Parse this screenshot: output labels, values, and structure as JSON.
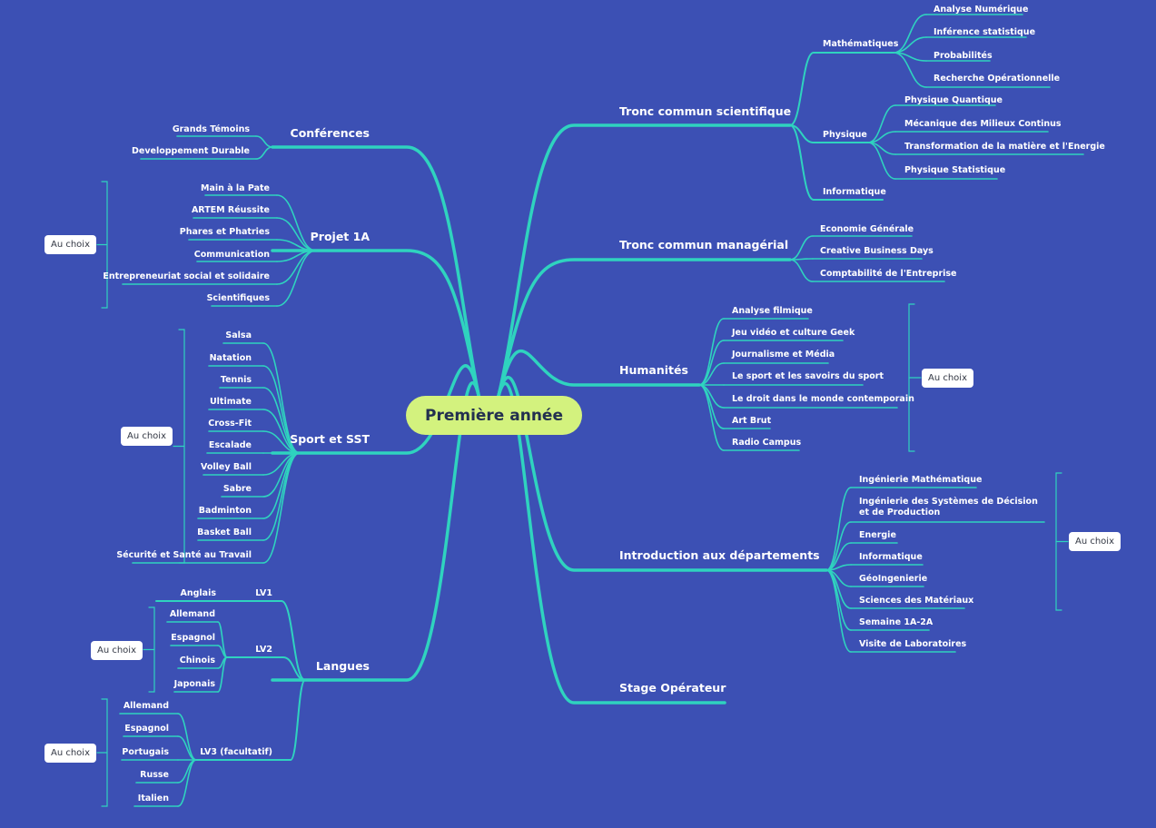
{
  "root": "Première année",
  "choice_label": "Au choix",
  "colors": {
    "background": "#3c50b4",
    "line": "#2fd3bf",
    "root": "#d3f27e"
  },
  "branches": {
    "tcs": {
      "label": "Tronc commun scientifique",
      "math": {
        "label": "Mathématiques",
        "items": [
          "Analyse Numérique",
          "Inférence statistique",
          "Probabilités",
          "Recherche Opérationnelle"
        ]
      },
      "phys": {
        "label": "Physique",
        "items": [
          "Physique Quantique",
          "Mécanique des Milieux Continus",
          "Transformation de la matière et l'Energie",
          "Physique Statistique"
        ]
      },
      "info": "Informatique"
    },
    "tcm": {
      "label": "Tronc commun managérial",
      "items": [
        "Economie Générale",
        "Creative Business Days",
        "Comptabilité de l'Entreprise"
      ]
    },
    "hum": {
      "label": "Humanités",
      "items": [
        "Analyse filmique",
        "Jeu vidéo et culture Geek",
        "Journalisme et Média",
        "Le sport et les savoirs du sport",
        "Le droit dans le monde contemporain",
        "Art Brut",
        "Radio Campus"
      ]
    },
    "dep": {
      "label": "Introduction aux départements",
      "items": [
        "Ingénierie Mathématique",
        "Ingénierie des Systèmes de Décision et de Production",
        "Energie",
        "Informatique",
        "GéoIngenierie",
        "Sciences des Matériaux",
        "Semaine 1A-2A",
        "Visite de Laboratoires"
      ]
    },
    "stage": {
      "label": "Stage Opérateur"
    },
    "conf": {
      "label": "Conférences",
      "items": [
        "Grands Témoins",
        "Developpement Durable"
      ]
    },
    "proj": {
      "label": "Projet 1A",
      "items": [
        "Main à la Pate",
        "ARTEM Réussite",
        "Phares et Phatries",
        "Communication",
        "Entrepreneuriat social et solidaire",
        "Scientifiques"
      ]
    },
    "sport": {
      "label": "Sport et SST",
      "items": [
        "Salsa",
        "Natation",
        "Tennis",
        "Ultimate",
        "Cross-Fit",
        "Escalade",
        "Volley Ball",
        "Sabre",
        "Badminton",
        "Basket Ball"
      ],
      "sst": "Sécurité et Santé au Travail"
    },
    "lang": {
      "label": "Langues",
      "lv1": {
        "label": "LV1",
        "items": [
          "Anglais"
        ]
      },
      "lv2": {
        "label": "LV2",
        "items": [
          "Allemand",
          "Espagnol",
          "Chinois",
          "Japonais"
        ]
      },
      "lv3": {
        "label": "LV3 (facultatif)",
        "items": [
          "Allemand",
          "Espagnol",
          "Portugais",
          "Russe",
          "Italien"
        ]
      }
    }
  }
}
